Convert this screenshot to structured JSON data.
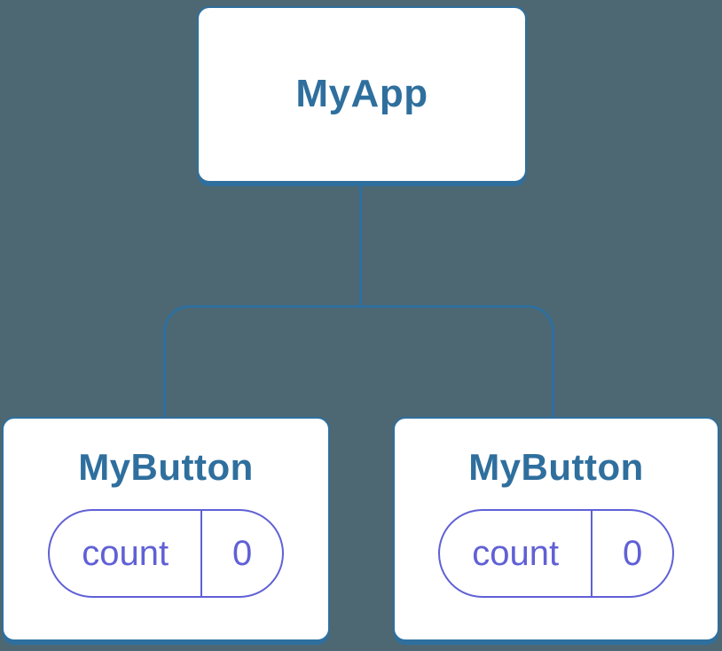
{
  "diagram": {
    "type": "component-tree",
    "colors": {
      "background": "#4D6873",
      "node_fill": "#FFFFFF",
      "stroke_blue": "#2E6F9E",
      "label_blue": "#2F6F9E",
      "state_purple": "#6060D6"
    },
    "tree": {
      "root": {
        "label": "MyApp"
      },
      "children": [
        {
          "label": "MyButton",
          "state": {
            "key": "count",
            "value": "0"
          }
        },
        {
          "label": "MyButton",
          "state": {
            "key": "count",
            "value": "0"
          }
        }
      ]
    }
  }
}
